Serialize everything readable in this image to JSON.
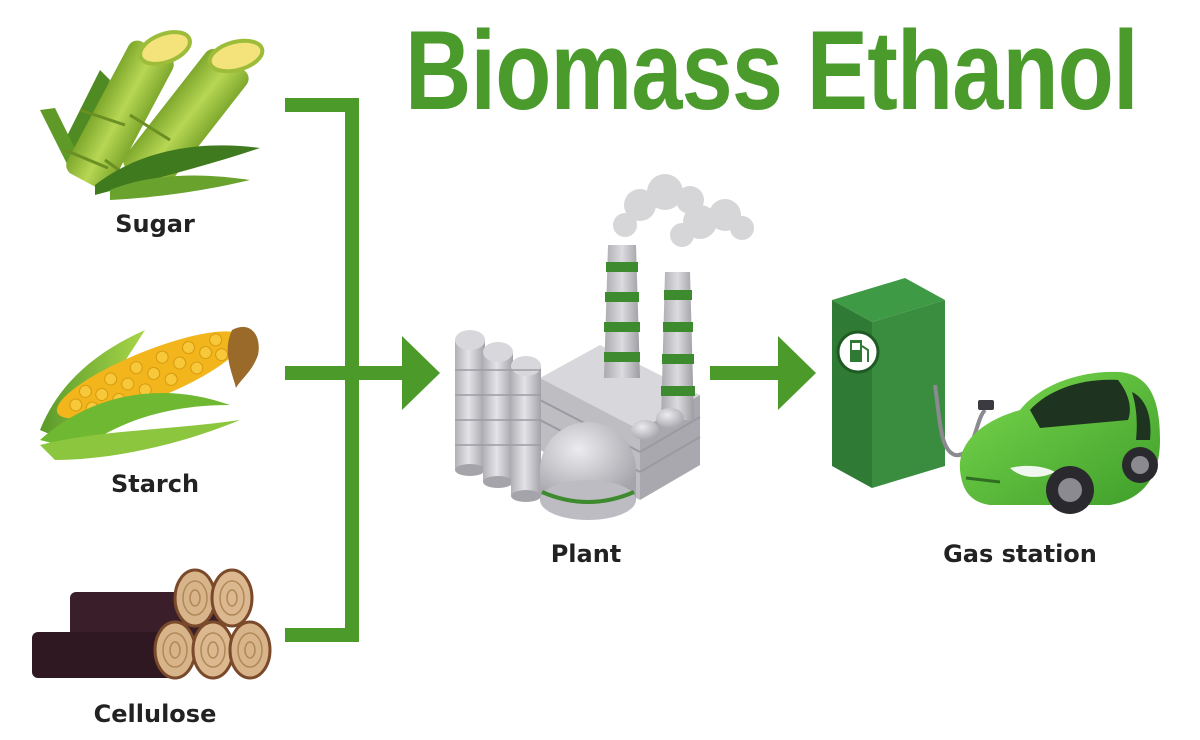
{
  "title": "Biomass Ethanol",
  "inputs": [
    {
      "label": "Sugar"
    },
    {
      "label": "Starch"
    },
    {
      "label": "Cellulose"
    }
  ],
  "process": {
    "label": "Plant"
  },
  "output": {
    "label": "Gas station"
  },
  "colors": {
    "title_green": "#4a9a2c",
    "flow_green": "#4c9a2a",
    "pump_green": "#2f7a35",
    "car_green": "#59c23a",
    "plant_gray": "#c7c7cc",
    "smoke_gray": "#d6d6d8",
    "log_dark": "#3a1e2a",
    "log_end": "#d8b48a",
    "corn_yellow": "#f2b51c",
    "leaf_green": "#8cc63f"
  }
}
